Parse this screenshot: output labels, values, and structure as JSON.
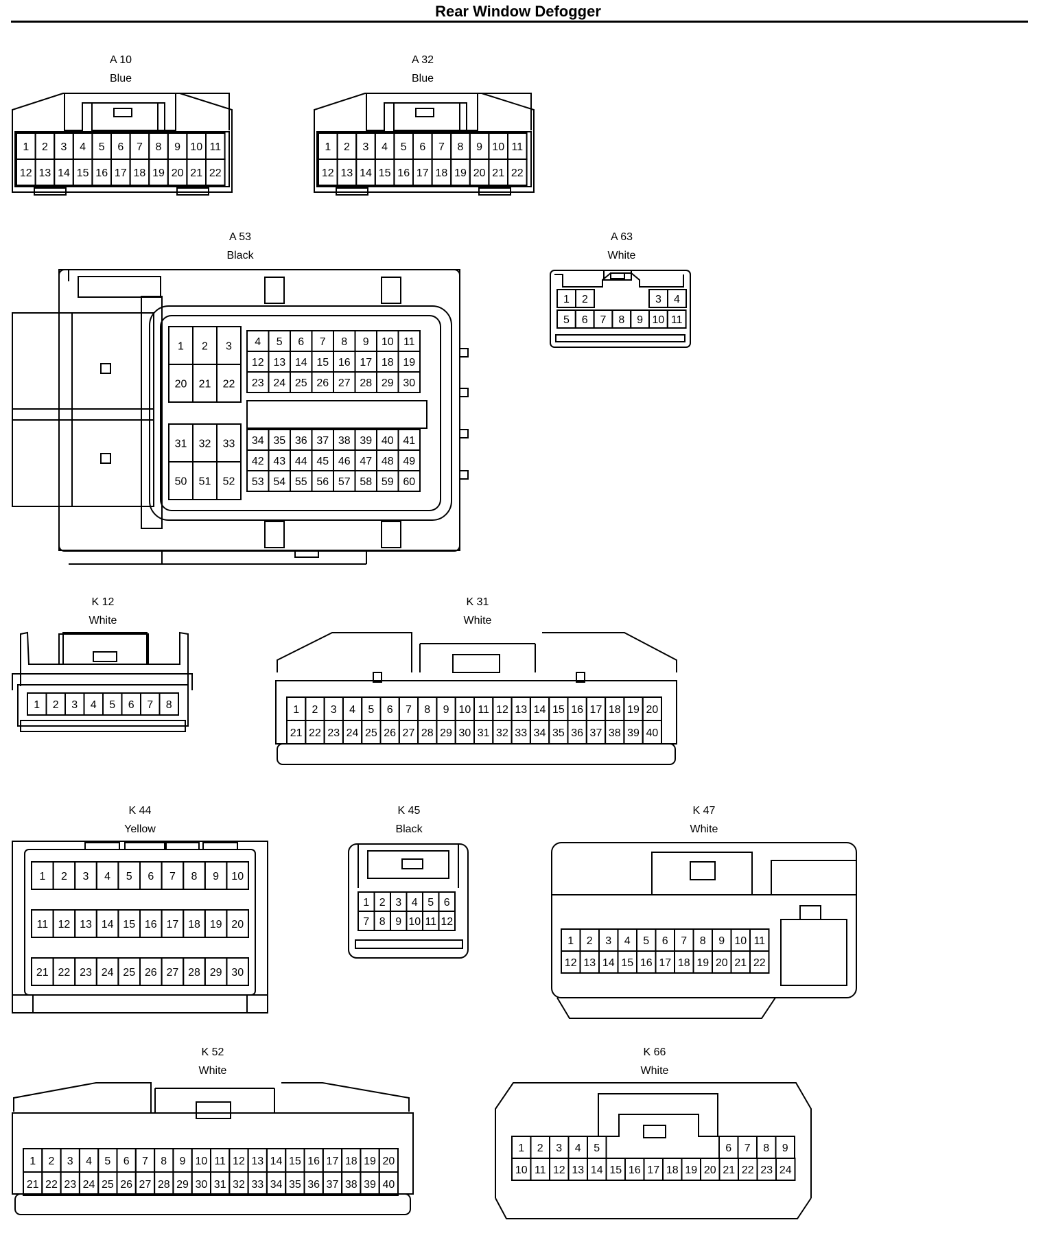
{
  "title": "Rear Window Defogger",
  "connectors": [
    {
      "id": "A 10",
      "color": "Blue",
      "rows": [
        [
          1,
          2,
          3,
          4,
          5,
          6,
          7,
          8,
          9,
          10,
          11
        ],
        [
          12,
          13,
          14,
          15,
          16,
          17,
          18,
          19,
          20,
          21,
          22
        ]
      ]
    },
    {
      "id": "A 32",
      "color": "Blue",
      "rows": [
        [
          1,
          2,
          3,
          4,
          5,
          6,
          7,
          8,
          9,
          10,
          11
        ],
        [
          12,
          13,
          14,
          15,
          16,
          17,
          18,
          19,
          20,
          21,
          22
        ]
      ]
    },
    {
      "id": "A 53",
      "color": "Black",
      "blocks": [
        {
          "rows": [
            [
              1,
              2,
              3
            ],
            [
              20,
              21,
              22
            ]
          ]
        },
        {
          "rows": [
            [
              4,
              5,
              6,
              7,
              8,
              9,
              10,
              11
            ],
            [
              12,
              13,
              14,
              15,
              16,
              17,
              18,
              19
            ],
            [
              23,
              24,
              25,
              26,
              27,
              28,
              29,
              30
            ]
          ]
        },
        {
          "rows": [
            [
              31,
              32,
              33
            ],
            [
              50,
              51,
              52
            ]
          ]
        },
        {
          "rows": [
            [
              34,
              35,
              36,
              37,
              38,
              39,
              40,
              41
            ],
            [
              42,
              43,
              44,
              45,
              46,
              47,
              48,
              49
            ],
            [
              53,
              54,
              55,
              56,
              57,
              58,
              59,
              60
            ]
          ]
        }
      ]
    },
    {
      "id": "A 63",
      "color": "White",
      "rows": [
        [
          1,
          2,
          "",
          3,
          4
        ],
        [
          5,
          6,
          7,
          8,
          9,
          10,
          11
        ]
      ]
    },
    {
      "id": "K 12",
      "color": "White",
      "rows": [
        [
          1,
          2,
          3,
          4,
          5,
          6,
          7,
          8
        ]
      ]
    },
    {
      "id": "K 31",
      "color": "White",
      "rows": [
        [
          1,
          2,
          3,
          4,
          5,
          6,
          7,
          8,
          9,
          10,
          11,
          12,
          13,
          14,
          15,
          16,
          17,
          18,
          19,
          20
        ],
        [
          21,
          22,
          23,
          24,
          25,
          26,
          27,
          28,
          29,
          30,
          31,
          32,
          33,
          34,
          35,
          36,
          37,
          38,
          39,
          40
        ]
      ]
    },
    {
      "id": "K 44",
      "color": "Yellow",
      "rows": [
        [
          1,
          2,
          3,
          4,
          5,
          6,
          7,
          8,
          9,
          10
        ],
        [
          11,
          12,
          13,
          14,
          15,
          16,
          17,
          18,
          19,
          20
        ],
        [
          21,
          22,
          23,
          24,
          25,
          26,
          27,
          28,
          29,
          30
        ]
      ]
    },
    {
      "id": "K 45",
      "color": "Black",
      "rows": [
        [
          1,
          2,
          3,
          4,
          5,
          6
        ],
        [
          7,
          8,
          9,
          10,
          11,
          12
        ]
      ]
    },
    {
      "id": "K 47",
      "color": "White",
      "rows": [
        [
          1,
          2,
          3,
          4,
          5,
          6,
          7,
          8,
          9,
          10,
          11
        ],
        [
          12,
          13,
          14,
          15,
          16,
          17,
          18,
          19,
          20,
          21,
          22
        ]
      ]
    },
    {
      "id": "K 52",
      "color": "White",
      "rows": [
        [
          1,
          2,
          3,
          4,
          5,
          6,
          7,
          8,
          9,
          10,
          11,
          12,
          13,
          14,
          15,
          16,
          17,
          18,
          19,
          20
        ],
        [
          21,
          22,
          23,
          24,
          25,
          26,
          27,
          28,
          29,
          30,
          31,
          32,
          33,
          34,
          35,
          36,
          37,
          38,
          39,
          40
        ]
      ]
    },
    {
      "id": "K 66",
      "color": "White",
      "rows": [
        [
          1,
          2,
          3,
          4,
          5,
          6,
          7,
          8,
          9
        ],
        [
          10,
          11,
          12,
          13,
          14,
          15,
          16,
          17,
          18,
          19,
          20,
          21,
          22,
          23,
          24
        ]
      ]
    }
  ]
}
